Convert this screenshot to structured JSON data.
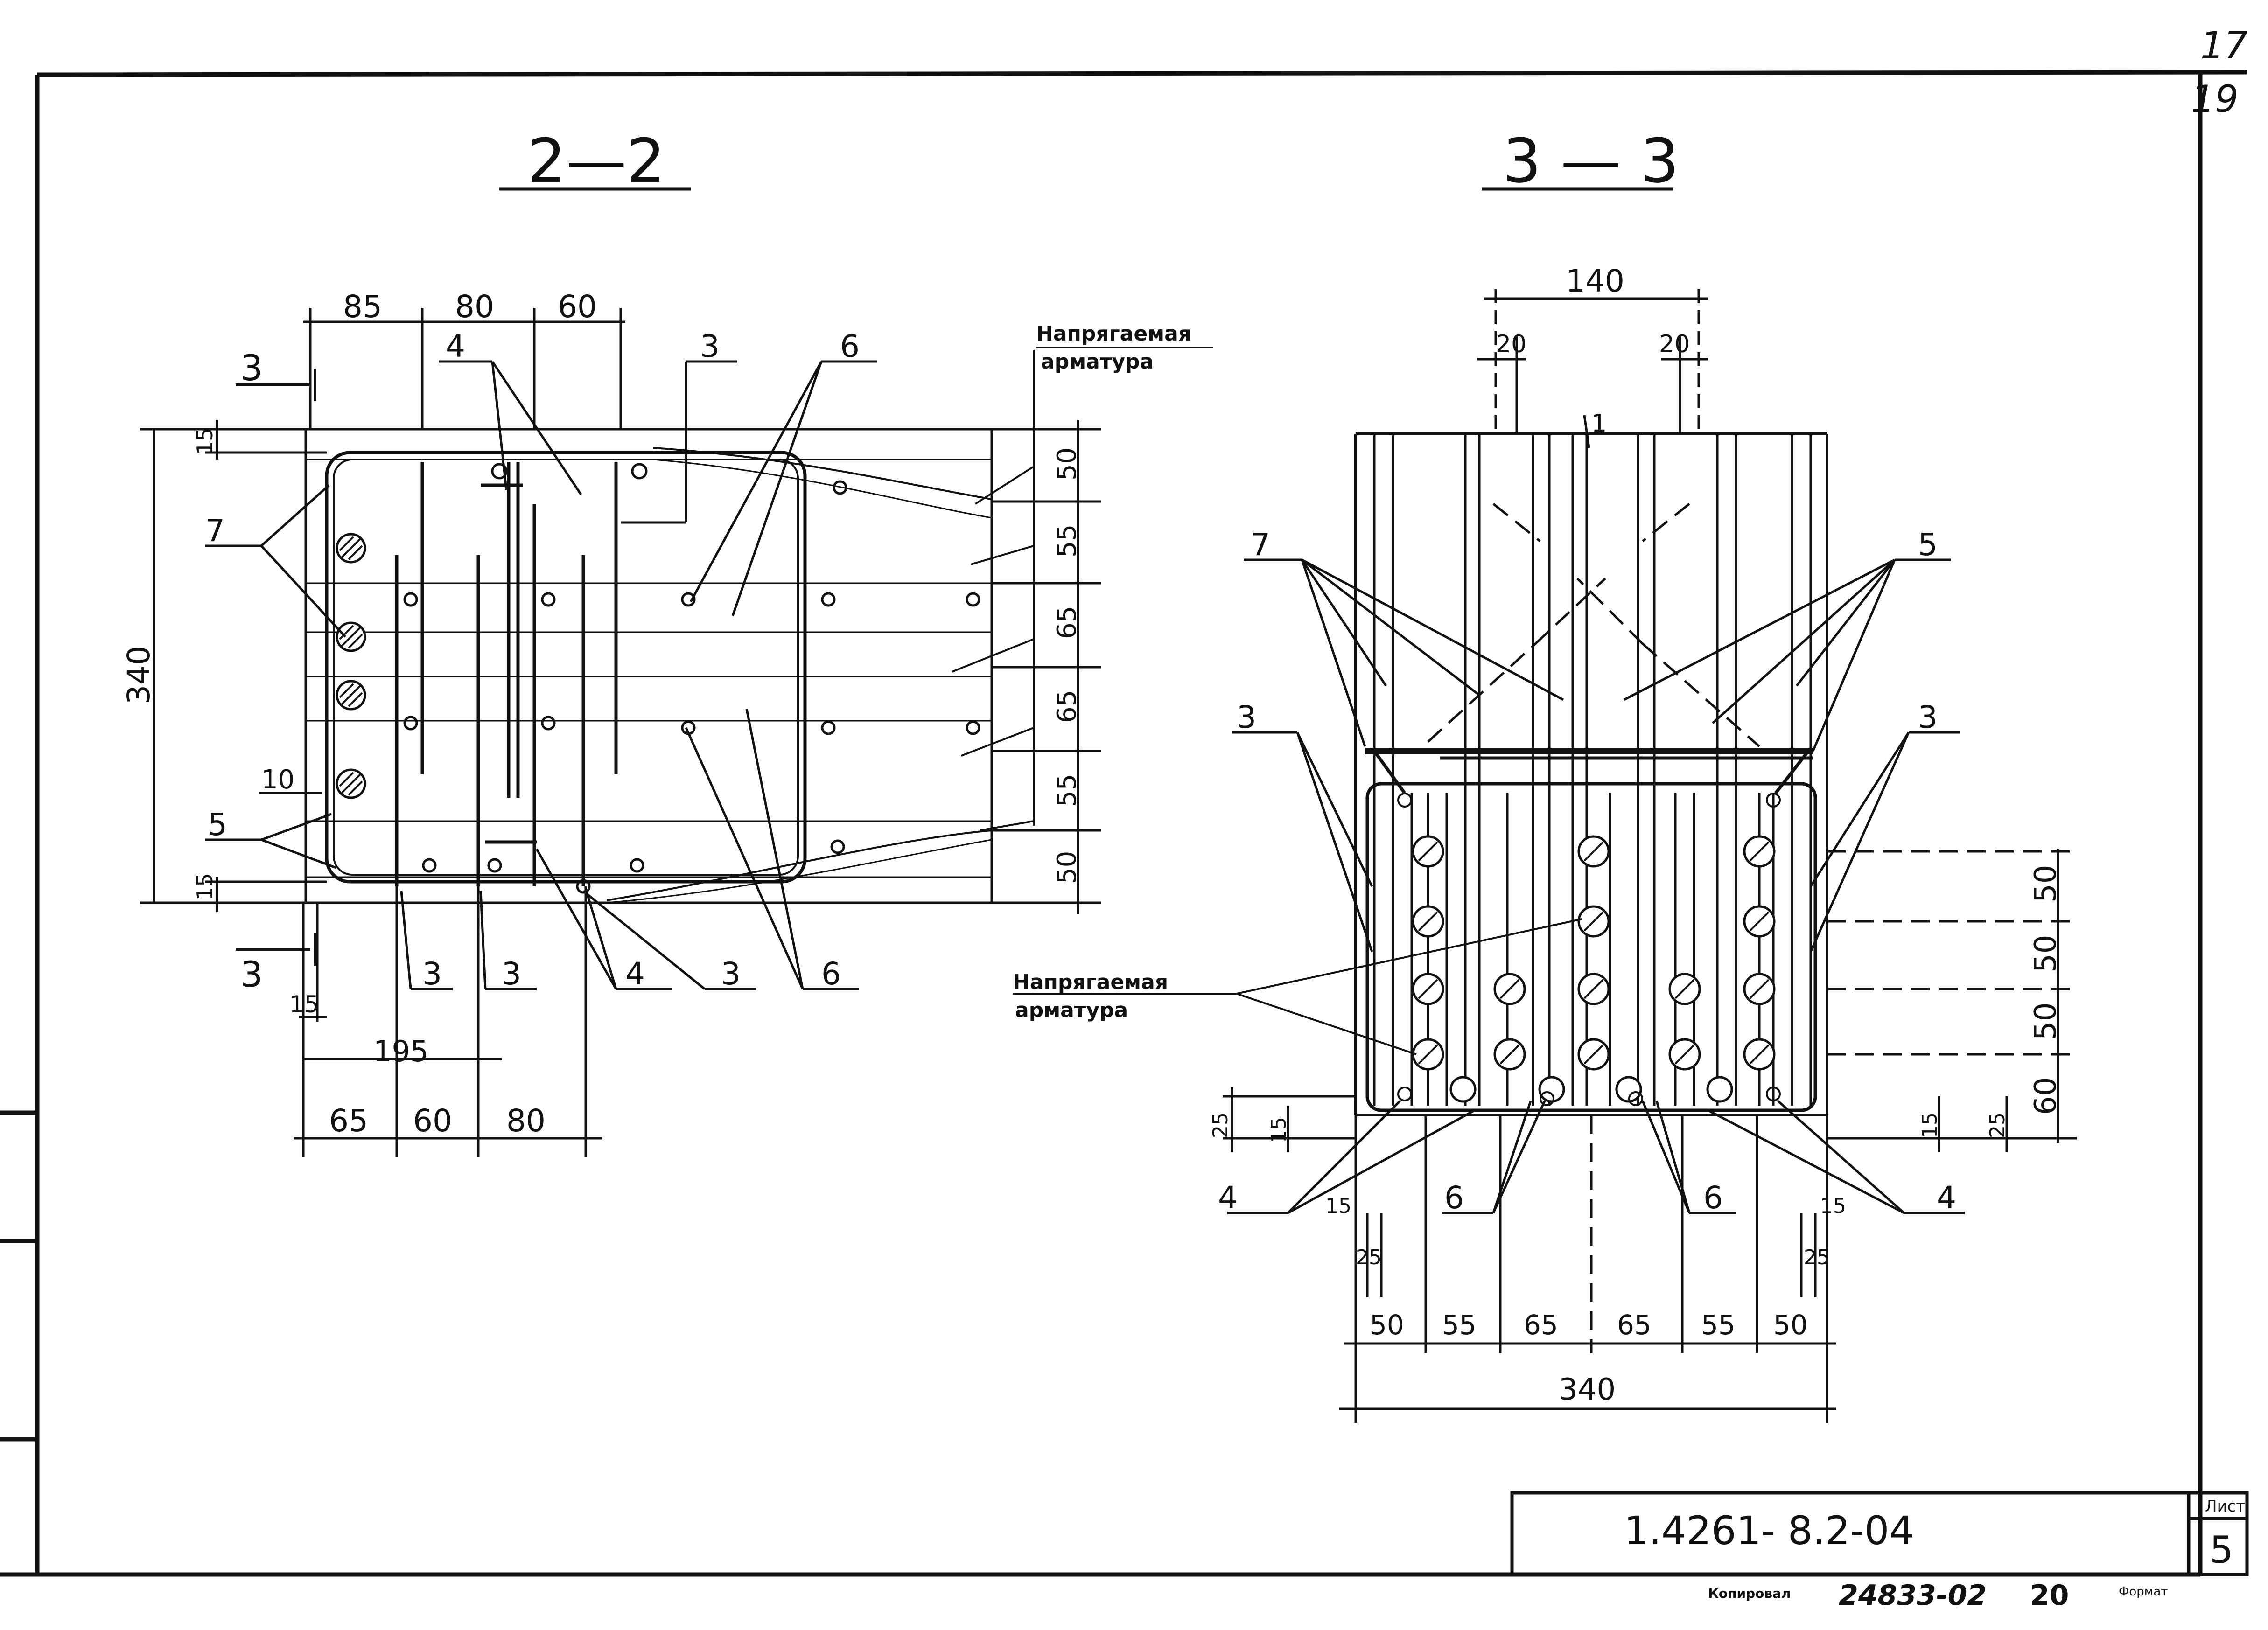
{
  "sheet": {
    "page_numbers": [
      "17",
      "19"
    ],
    "drawing_code": "1.4261- 8.2-04",
    "sheet_label": "Лист",
    "sheet_number": "5",
    "footer_copied": "Копировал",
    "footer_number": "24833-02",
    "footer_value": "20",
    "footer_format": "Формат"
  },
  "section_2_2": {
    "title": "2—2",
    "cut_mark": "3",
    "top_dims": [
      "85",
      "80",
      "60"
    ],
    "bottom_dims": [
      "65",
      "60",
      "80"
    ],
    "dim_195": "195",
    "dim_15_bottom": "15",
    "height": "340",
    "left_dims": [
      "15",
      "15"
    ],
    "dim_10": "10",
    "right_dims": [
      "50",
      "55",
      "65",
      "65",
      "55",
      "50"
    ],
    "prestressed_label": [
      "Напрягаемая",
      "арматура"
    ],
    "callouts": {
      "c7": "7",
      "c5": "5",
      "c4_top": "4",
      "c3_top": "3",
      "c6_top": "6",
      "c3_a": "3",
      "c3_b": "3",
      "c4_bottom": "4",
      "c3_c": "3",
      "c6_bottom": "6"
    }
  },
  "section_3_3": {
    "title": "3 — 3",
    "top_dim": "140",
    "dim_20_left": "20",
    "dim_20_right": "20",
    "dim_1": "1",
    "bottom_dims": [
      "50",
      "55",
      "65",
      "65",
      "55",
      "50"
    ],
    "total_width": "340",
    "right_dims": [
      "50",
      "50",
      "50",
      "60"
    ],
    "small_dims": {
      "l25": "25",
      "l15": "15",
      "r15": "15",
      "r25": "25",
      "lb15": "15",
      "lb25": "25",
      "rb15": "15",
      "rb25": "25"
    },
    "prestressed_label": [
      "Напрягаемая",
      "арматура"
    ],
    "callouts": {
      "c7": "7",
      "c5": "5",
      "c3_left": "3",
      "c3_right": "3",
      "c4_left": "4",
      "c6_left": "6",
      "c6_right": "6",
      "c4_right": "4"
    }
  }
}
